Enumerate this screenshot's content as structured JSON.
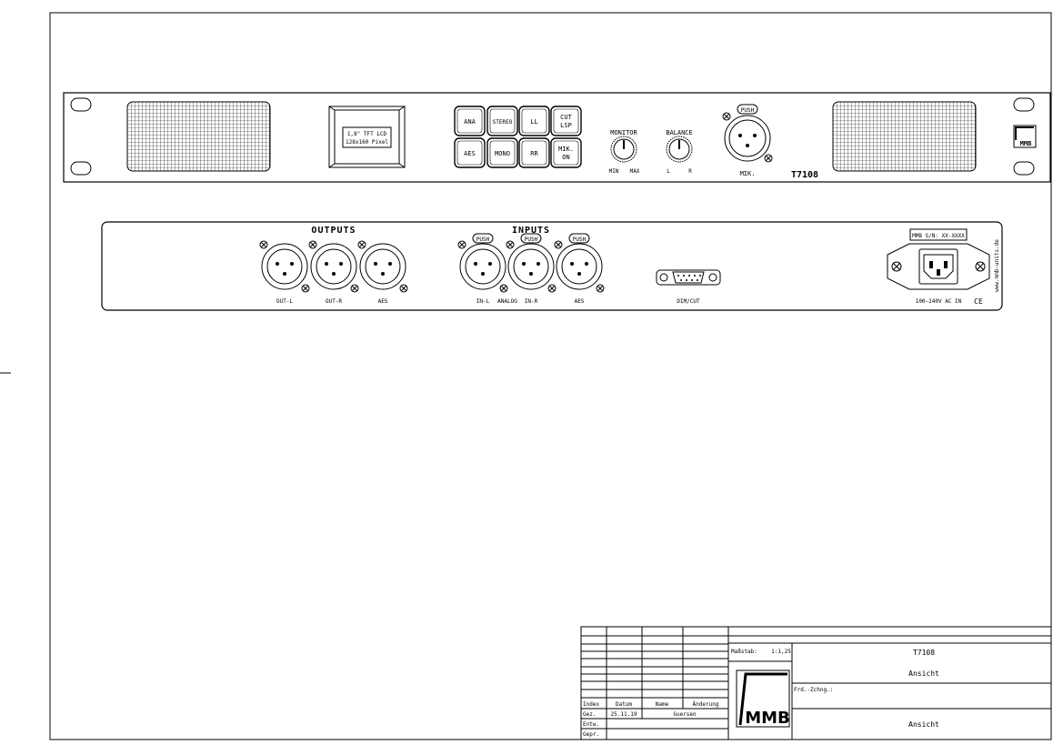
{
  "front_panel": {
    "display": {
      "line1": "1,8\" TFT LCD",
      "line2": "128x160 Pixel"
    },
    "buttons": [
      {
        "label": "ANA"
      },
      {
        "label": "STEREO"
      },
      {
        "label": "LL"
      },
      {
        "label1": "CUT",
        "label2": "LSP"
      },
      {
        "label": "AES"
      },
      {
        "label": "MONO"
      },
      {
        "label": "RR"
      },
      {
        "label1": "MIK.",
        "label2": "ON"
      }
    ],
    "monitor": {
      "label": "MONITOR",
      "min": "MIN",
      "max": "MAX"
    },
    "balance": {
      "label": "BALANCE",
      "left": "L",
      "right": "R"
    },
    "mic": {
      "push": "PUSH",
      "label": "MIK."
    },
    "model": "T7108",
    "logo": "MMB"
  },
  "rear_panel": {
    "outputs_title": "OUTPUTS",
    "inputs_title": "INPUTS",
    "outputs": [
      "OUT-L",
      "OUT-R",
      "AES"
    ],
    "inputs": [
      "IN-L",
      "ANALOG",
      "IN-R",
      "AES"
    ],
    "push": "PUSH",
    "dim_cut": "DIM/CUT",
    "serial": "MMB S/N: XX-XXXX",
    "power": "100-240V  AC  IN",
    "ce": "CE",
    "website": "www.mmb-units.de"
  },
  "title_block": {
    "massstab_label": "Maßstab:",
    "massstab_value": "1:1,25",
    "title": "T7108",
    "subtitle": "Ansicht",
    "frd_label": "Frd.-Zchng.:",
    "drawing_name": "Ansicht",
    "logo": "MMB",
    "headers": [
      "Index",
      "Datum",
      "Name",
      "Änderung"
    ],
    "rows": [
      {
        "label": "Gez.",
        "datum": "25.11.19",
        "name": "Guersen"
      },
      {
        "label": "Entw.",
        "datum": "",
        "name": ""
      },
      {
        "label": "Gepr.",
        "datum": "",
        "name": ""
      }
    ]
  }
}
